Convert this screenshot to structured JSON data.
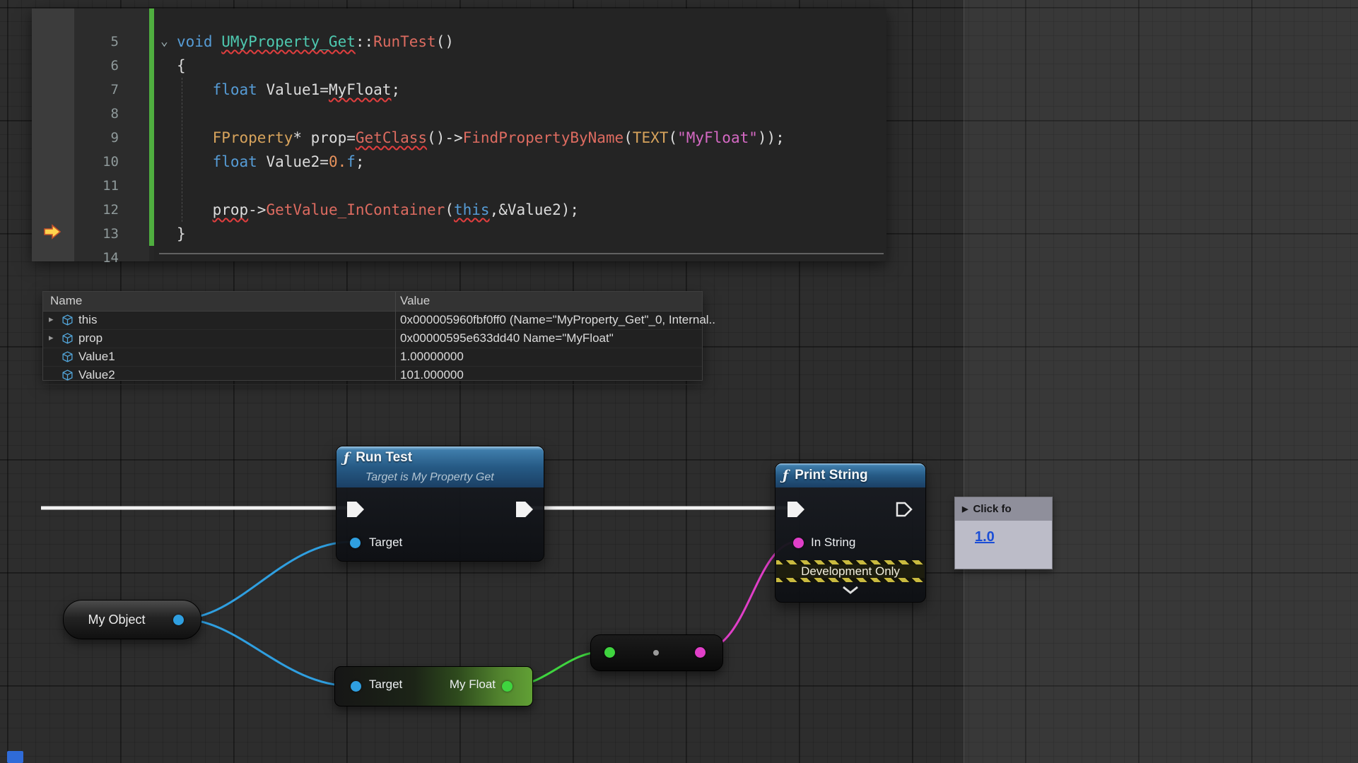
{
  "colors": {
    "exec_wire": "#f2f2f2",
    "object_pin": "#2f9fe0",
    "float_pin": "#3fd43f",
    "string_pin": "#e03fc8"
  },
  "editor": {
    "lines": [
      {
        "num": "5",
        "fold": "⌄",
        "tokens": [
          {
            "t": "void ",
            "c": "kw"
          },
          {
            "t": "UMyProperty_Get",
            "c": "type sq"
          },
          {
            "t": "::",
            "c": "pl"
          },
          {
            "t": "RunTest",
            "c": "fn"
          },
          {
            "t": "()",
            "c": "pl"
          }
        ]
      },
      {
        "num": "6",
        "tokens": [
          {
            "t": "{",
            "c": "pl"
          }
        ]
      },
      {
        "num": "7",
        "tokens": [
          {
            "t": "    ",
            "c": "pl"
          },
          {
            "t": "float",
            "c": "kw"
          },
          {
            "t": " Value1=",
            "c": "pl"
          },
          {
            "t": "MyFloat",
            "c": "pl sq"
          },
          {
            "t": ";",
            "c": "pl"
          }
        ]
      },
      {
        "num": "8",
        "tokens": []
      },
      {
        "num": "9",
        "tokens": [
          {
            "t": "    ",
            "c": "pl"
          },
          {
            "t": "FProperty",
            "c": "macro"
          },
          {
            "t": "* prop=",
            "c": "pl"
          },
          {
            "t": "GetClass",
            "c": "fn sq"
          },
          {
            "t": "()->",
            "c": "pl"
          },
          {
            "t": "FindPropertyByName",
            "c": "fn"
          },
          {
            "t": "(",
            "c": "pl"
          },
          {
            "t": "TEXT",
            "c": "macro"
          },
          {
            "t": "(",
            "c": "pl"
          },
          {
            "t": "\"MyFloat\"",
            "c": "str"
          },
          {
            "t": "));",
            "c": "pl"
          }
        ]
      },
      {
        "num": "10",
        "tokens": [
          {
            "t": "    ",
            "c": "pl"
          },
          {
            "t": "float",
            "c": "kw"
          },
          {
            "t": " Value2=",
            "c": "pl"
          },
          {
            "t": "0.",
            "c": "num"
          },
          {
            "t": "f",
            "c": "kw"
          },
          {
            "t": ";",
            "c": "pl"
          }
        ]
      },
      {
        "num": "11",
        "tokens": []
      },
      {
        "num": "12",
        "tokens": [
          {
            "t": "    ",
            "c": "pl"
          },
          {
            "t": "prop",
            "c": "pl sq"
          },
          {
            "t": "->",
            "c": "pl"
          },
          {
            "t": "GetValue_InContainer",
            "c": "fn"
          },
          {
            "t": "(",
            "c": "pl"
          },
          {
            "t": "this",
            "c": "kw sq"
          },
          {
            "t": ",&Value2);",
            "c": "pl"
          }
        ]
      },
      {
        "num": "13",
        "exec": true,
        "tokens": [
          {
            "t": "}",
            "c": "pl"
          }
        ]
      },
      {
        "num": "14",
        "tokens": []
      }
    ]
  },
  "watch": {
    "columns": [
      "Name",
      "Value"
    ],
    "rows": [
      {
        "name": "this",
        "value": "0x000005960fbf0ff0 (Name=\"MyProperty_Get\"_0, Internal..",
        "expandable": true
      },
      {
        "name": "prop",
        "value": "0x00000595e633dd40 Name=\"MyFloat\"",
        "expandable": true
      },
      {
        "name": "Value1",
        "value": "1.00000000",
        "expandable": false
      },
      {
        "name": "Value2",
        "value": "101.000000",
        "expandable": false
      }
    ]
  },
  "graph": {
    "run_test": {
      "icon": "ƒ",
      "title": "Run Test",
      "subtitle": "Target is My Property Get",
      "target_label": "Target"
    },
    "print_string": {
      "icon": "ƒ",
      "title": "Print String",
      "in_string_label": "In String",
      "banner": "Development Only"
    },
    "my_object": {
      "label": "My Object"
    },
    "float_getter": {
      "target_label": "Target",
      "output_label": "My Float"
    },
    "debug_watch": {
      "icon": "▶",
      "header": "Click fo",
      "value": "1.0"
    }
  }
}
